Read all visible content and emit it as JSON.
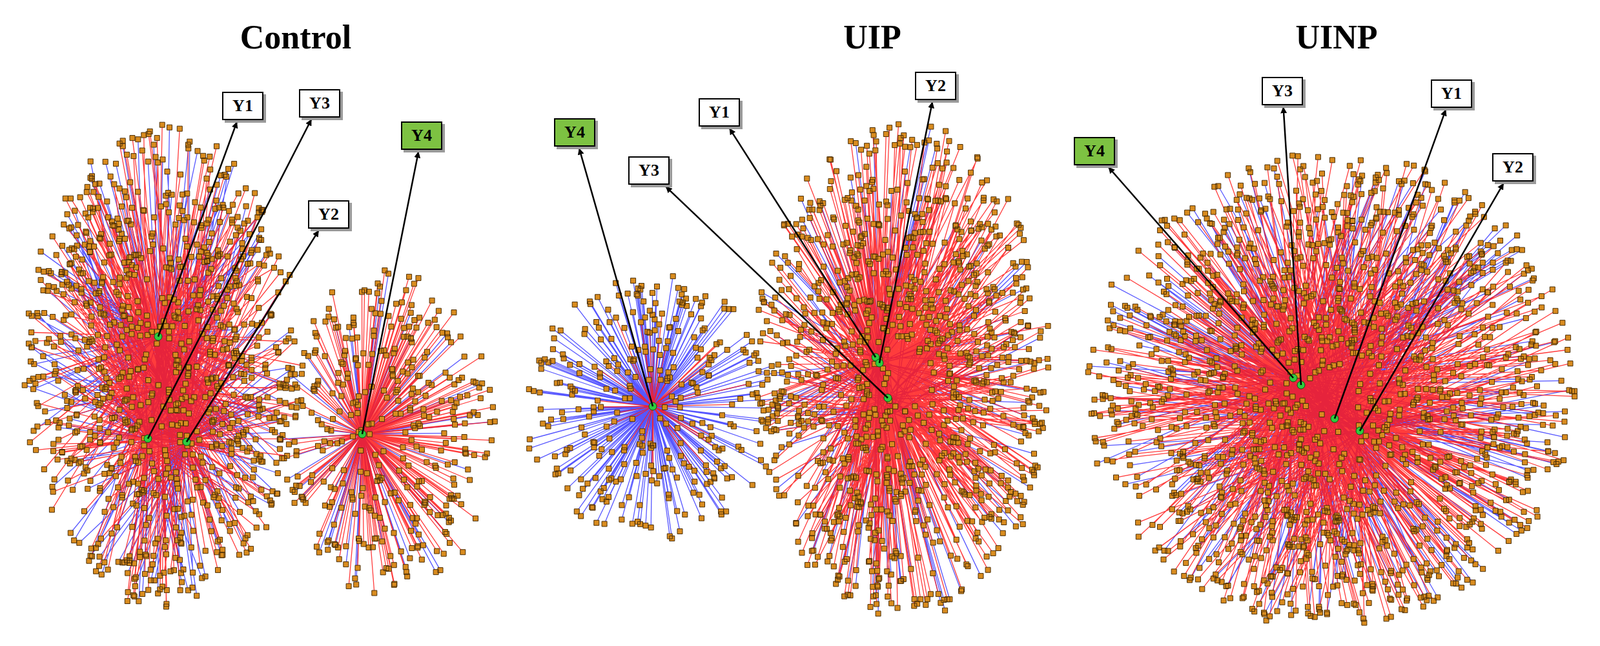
{
  "diagram": {
    "nodes": [
      {
        "text": [
          "Y1"
        ]
      },
      {
        "text": [
          "Y3"
        ]
      },
      {
        "text": [
          "Y4"
        ]
      },
      {
        "text": [
          "Y2"
        ]
      },
      {
        "text": [
          "Y4"
        ]
      },
      {
        "text": [
          "Y3"
        ]
      },
      {
        "text": [
          "Y1"
        ]
      },
      {
        "text": [
          "Y2"
        ]
      },
      {
        "text": [
          "Y4"
        ]
      },
      {
        "text": [
          "Y3"
        ]
      },
      {
        "text": [
          "Y1"
        ]
      },
      {
        "text": [
          "Y2"
        ]
      }
    ],
    "edges": [],
    "labels": [
      "Control",
      "UIP",
      "UINP"
    ]
  }
}
